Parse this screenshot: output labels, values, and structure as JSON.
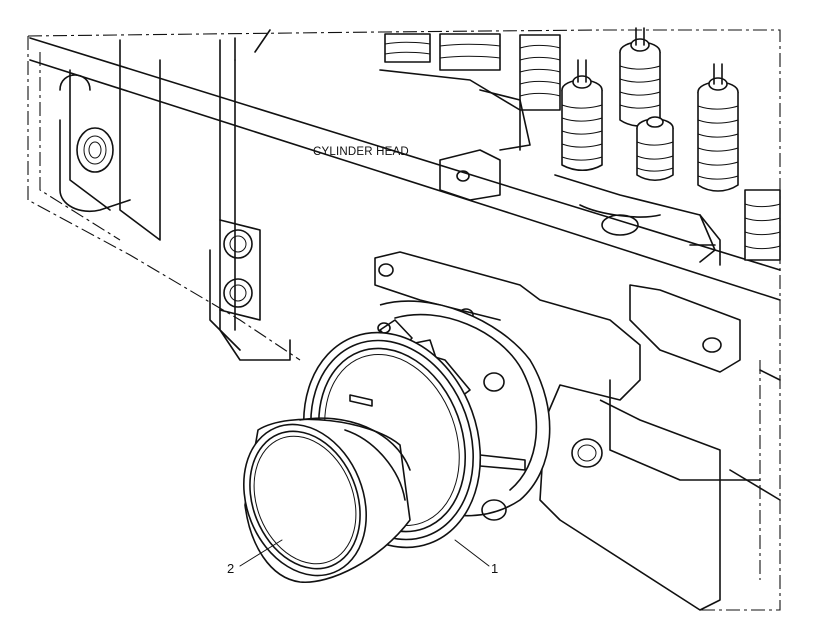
{
  "diagram": {
    "labels": {
      "component": "CYLINDER HEAD"
    },
    "callouts": [
      {
        "number": "1"
      },
      {
        "number": "2"
      }
    ],
    "colors": {
      "line": "#111111",
      "background": "#ffffff"
    }
  }
}
